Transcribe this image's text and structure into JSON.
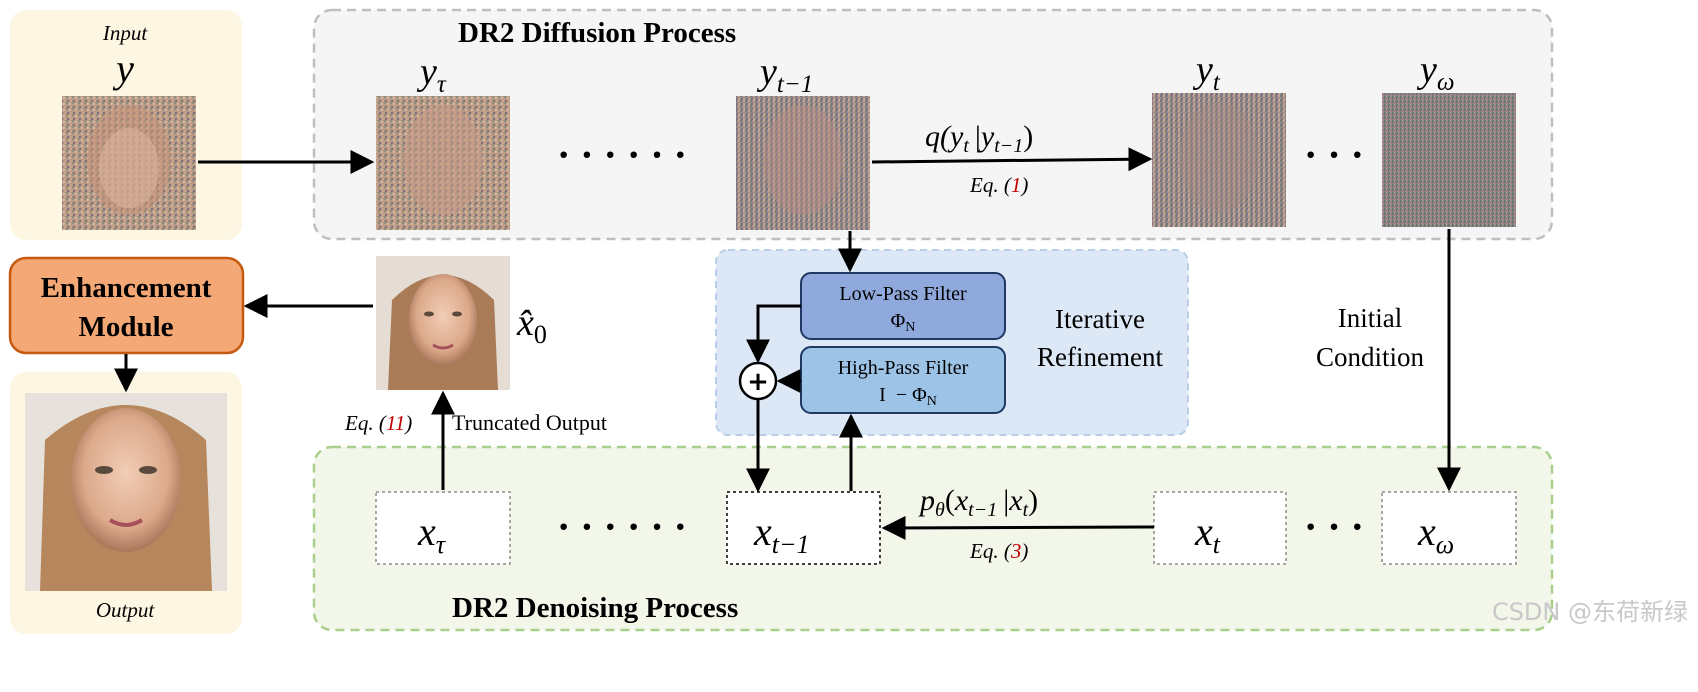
{
  "input_panel": {
    "caption": "Input",
    "symbol": "y"
  },
  "output_panel": {
    "caption": "Output"
  },
  "enhancement": {
    "line1": "Enhancement",
    "line2": "Module"
  },
  "diffusion": {
    "title": "DR2 Diffusion Process",
    "labels": {
      "y_tau_base": "y",
      "y_tau_sub": "τ",
      "y_tm1_base": "y",
      "y_tm1_sub": "t−1",
      "y_t_base": "y",
      "y_t_sub": "t",
      "y_omega_base": "y",
      "y_omega_sub": "ω"
    },
    "dots_long": "· · · · · ·",
    "dots_short": "· · ·",
    "transition": {
      "q": "q(",
      "y_base": "y",
      "y_sub": "t",
      "bar": "|",
      "y2_base": "y",
      "y2_sub": "t−1",
      "close": ")"
    },
    "eq_prefix": "Eq. (",
    "eq_num": "1",
    "eq_suffix": ")"
  },
  "refinement": {
    "low_pass_line1": "Low-Pass Filter",
    "low_pass_line2_base": "Φ",
    "low_pass_line2_sub": "N",
    "high_pass_line1": "High-Pass Filter",
    "high_pass_line2_base": "I  − Φ",
    "high_pass_line2_sub": "N",
    "plus": "+",
    "label_line1": "Iterative",
    "label_line2": "Refinement"
  },
  "initial_condition": {
    "line1": "Initial",
    "line2": "Condition"
  },
  "x_hat": {
    "base": "x̂",
    "sub": "0"
  },
  "truncated": {
    "eq_prefix": "Eq. (",
    "eq_num": "11",
    "eq_suffix": ")",
    "label": "Truncated Output"
  },
  "denoising": {
    "title": "DR2 Denoising Process",
    "labels": {
      "x_tau_base": "x",
      "x_tau_sub": "τ",
      "x_tm1_base": "x",
      "x_tm1_sub": "t−1",
      "x_t_base": "x",
      "x_t_sub": "t",
      "x_omega_base": "x",
      "x_omega_sub": "ω"
    },
    "dots_long": "· · · · · ·",
    "dots_short": "· · ·",
    "transition": {
      "p_base": "p",
      "p_sub": "θ",
      "open": "(",
      "x_base": "x",
      "x_sub": "t−1",
      "bar": "|",
      "x2_base": "x",
      "x2_sub": "t",
      "close": ")"
    },
    "eq_prefix": "Eq. (",
    "eq_num": "3",
    "eq_suffix": ")"
  },
  "watermark": "CSDN @东荷新绿",
  "colors": {
    "input_panel_bg": "#fdf6e3",
    "diffusion_bg": "#f5f5f5",
    "diffusion_border": "#bfbfbf",
    "denoise_bg": "#f2f7ea",
    "denoise_border": "#a9cf8c",
    "refine_bg": "#dde8f6",
    "refine_border": "#b8cde8",
    "low_pass_fill": "#8fa9dc",
    "high_pass_fill": "#9dc3e6",
    "filter_border": "#1f3864",
    "enhancement_fill": "#f4a875",
    "enhancement_border": "#c55a11",
    "eq_red": "#c00000",
    "arrow": "#000000"
  }
}
